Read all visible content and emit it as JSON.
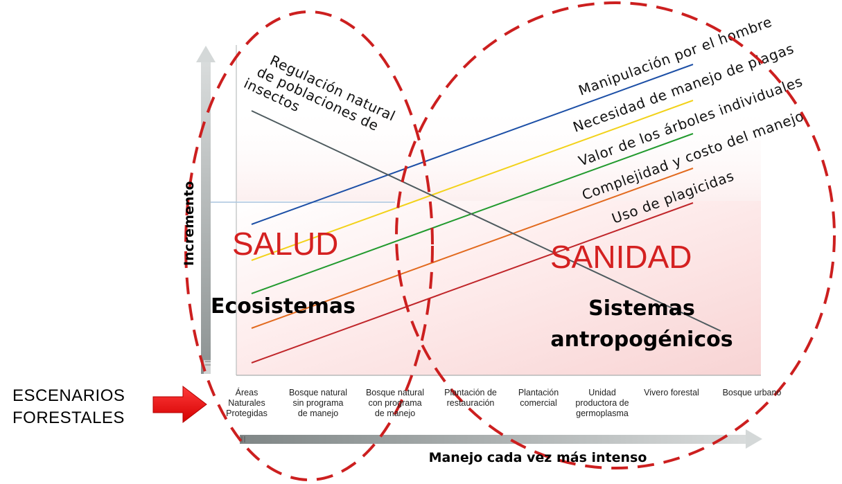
{
  "y_axis_label": "Incremento",
  "x_axis_label": "Manejo cada vez más intenso",
  "left_label": [
    "ESCENARIOS",
    "FORESTALES"
  ],
  "ellipse_labels": {
    "left_red": "SALUD",
    "left_black": "Ecosistemas",
    "right_red": "SANIDAD",
    "right_black": [
      "Sistemas",
      "antropogénicos"
    ]
  },
  "scenarios": [
    [
      "Áreas",
      "Naturales",
      "Protegidas"
    ],
    [
      "Bosque natural",
      "sin programa",
      "de manejo"
    ],
    [
      "Bosque natural",
      "con programa",
      "de manejo"
    ],
    [
      "Plantación de",
      "restauración"
    ],
    [
      "Plantación",
      "comercial"
    ],
    [
      "Unidad",
      "productora de",
      "germoplasma"
    ],
    [
      "Vivero forestal"
    ],
    [
      "Bosque urbano"
    ]
  ],
  "lines": [
    {
      "label": "Manipulación por el hombre",
      "color": "#1c4fa6"
    },
    {
      "label": "Necesidad de manejo de plagas",
      "color": "#f2d21a"
    },
    {
      "label": "Valor de los árboles individuales",
      "color": "#229a2e"
    },
    {
      "label": "Complejidad y costo del manejo",
      "color": "#e26a1e"
    },
    {
      "label": "Uso de plagicidas",
      "color": "#c0262a"
    }
  ],
  "regulation_label": [
    "Regulación natural",
    "de poblaciones de",
    "insectos"
  ],
  "regulation_color": "#4d5a5e",
  "dash_color": "#cc1f1f",
  "arrow_color": "#e81010"
}
